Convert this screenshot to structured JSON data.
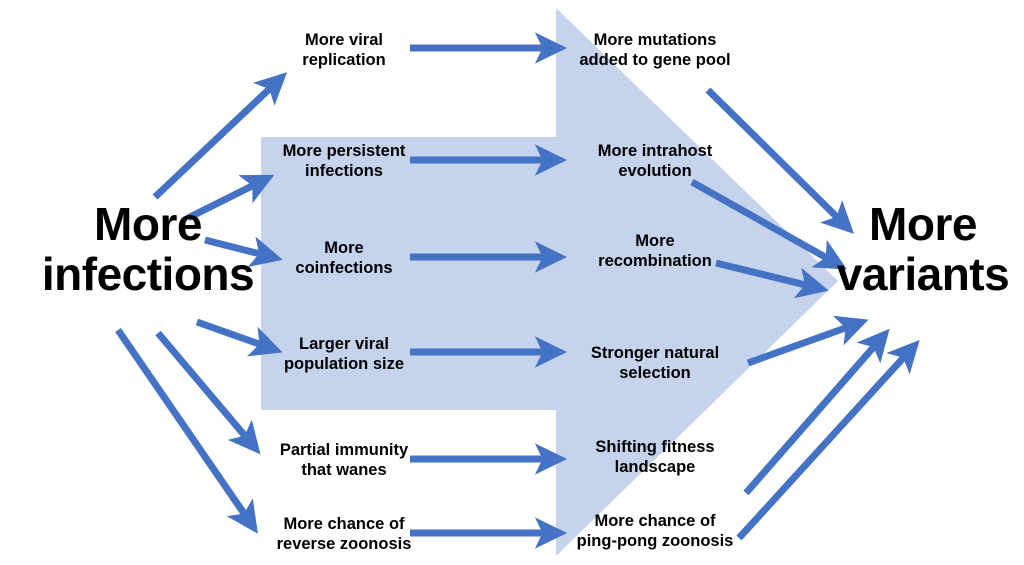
{
  "diagram": {
    "title_alt": "More infections lead to more variants",
    "colors": {
      "arrow_blue": "#4472C4",
      "big_arrow_fill": "#C6D3EC",
      "text": "#000000",
      "background": "#FFFFFF"
    },
    "endpoints": {
      "source": {
        "label": "More\ninfections"
      },
      "target": {
        "label": "More\nvariants"
      }
    },
    "left_column": [
      {
        "id": "more-viral-replication",
        "label": "More viral\nreplication"
      },
      {
        "id": "more-persistent-infections",
        "label": "More persistent\ninfections"
      },
      {
        "id": "more-coinfections",
        "label": "More\ncoinfections"
      },
      {
        "id": "larger-viral-population-size",
        "label": "Larger viral\npopulation size"
      },
      {
        "id": "partial-immunity-that-wanes",
        "label": "Partial immunity\nthat wanes"
      },
      {
        "id": "more-chance-of-reverse-zoonosis",
        "label": "More chance of\nreverse zoonosis"
      }
    ],
    "right_column": [
      {
        "id": "more-mutations-added-to-gene-pool",
        "label": "More mutations\nadded to gene pool"
      },
      {
        "id": "more-intrahost-evolution",
        "label": "More intrahost\nevolution"
      },
      {
        "id": "more-recombination",
        "label": "More\nrecombination"
      },
      {
        "id": "stronger-natural-selection",
        "label": "Stronger natural\nselection"
      },
      {
        "id": "shifting-fitness-landscape",
        "label": "Shifting fitness\nlandscape"
      },
      {
        "id": "more-chance-of-ping-pong-zoonosis",
        "label": "More chance of\nping-pong zoonosis"
      }
    ]
  }
}
